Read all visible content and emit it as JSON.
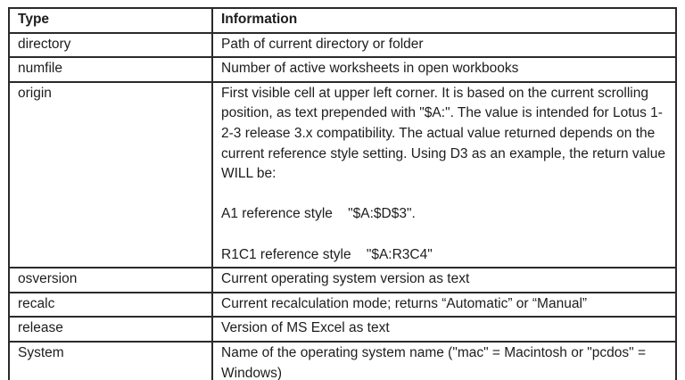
{
  "table": {
    "columns": [
      {
        "key": "type",
        "label": "Type"
      },
      {
        "key": "info",
        "label": "Information"
      }
    ],
    "rows": [
      {
        "type": "directory",
        "info": "Path of current directory or folder"
      },
      {
        "type": "numfile",
        "info": "Number of active worksheets in open workbooks"
      },
      {
        "type": "origin",
        "info": "First visible cell at upper left corner. It is based on the current scrolling position, as text prepended with \"$A:\". The value is intended for Lotus 1-2-3 release 3.x compatibility. The actual value returned depends on the current reference style setting. Using D3 as an example, the return value WILL be:\n\nA1 reference style    \"$A:$D$3\".\n\nR1C1 reference style    \"$A:R3C4\""
      },
      {
        "type": "osversion",
        "info": "Current operating system version as text"
      },
      {
        "type": "recalc",
        "info": "Current recalculation mode; returns “Automatic” or “Manual”"
      },
      {
        "type": "release",
        "info": "Version of MS Excel as text"
      },
      {
        "type": "System",
        "info": "Name of the operating system name (\"mac\" = Macintosh or \"pcdos\" = Windows)"
      }
    ]
  }
}
